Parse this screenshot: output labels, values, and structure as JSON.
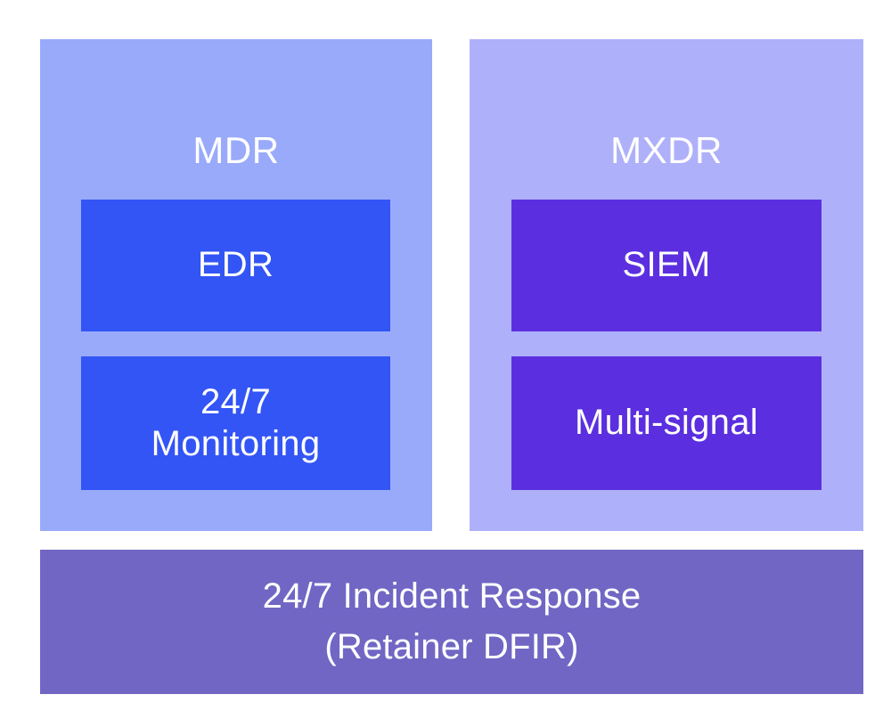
{
  "diagram": {
    "type": "layered-stack",
    "background_color": "#ffffff",
    "columns": [
      {
        "id": "mdr",
        "title": "MDR",
        "panel_color": "#99aafb",
        "box_color": "#3355f5",
        "items": [
          {
            "id": "edr",
            "lines": [
              "EDR"
            ]
          },
          {
            "id": "monitoring",
            "lines": [
              "24/7",
              "Monitoring"
            ]
          }
        ]
      },
      {
        "id": "mxdr",
        "title": "MXDR",
        "panel_color": "#afb0fa",
        "box_color": "#5b2fe0",
        "items": [
          {
            "id": "siem",
            "lines": [
              "SIEM"
            ]
          },
          {
            "id": "multisignal",
            "lines": [
              "Multi-signal"
            ]
          }
        ]
      }
    ],
    "foundation": {
      "id": "incident-response",
      "color": "#7166c4",
      "lines": [
        "24/7 Incident Response",
        "(Retainer DFIR)"
      ]
    },
    "text_color": "#ffffff"
  }
}
